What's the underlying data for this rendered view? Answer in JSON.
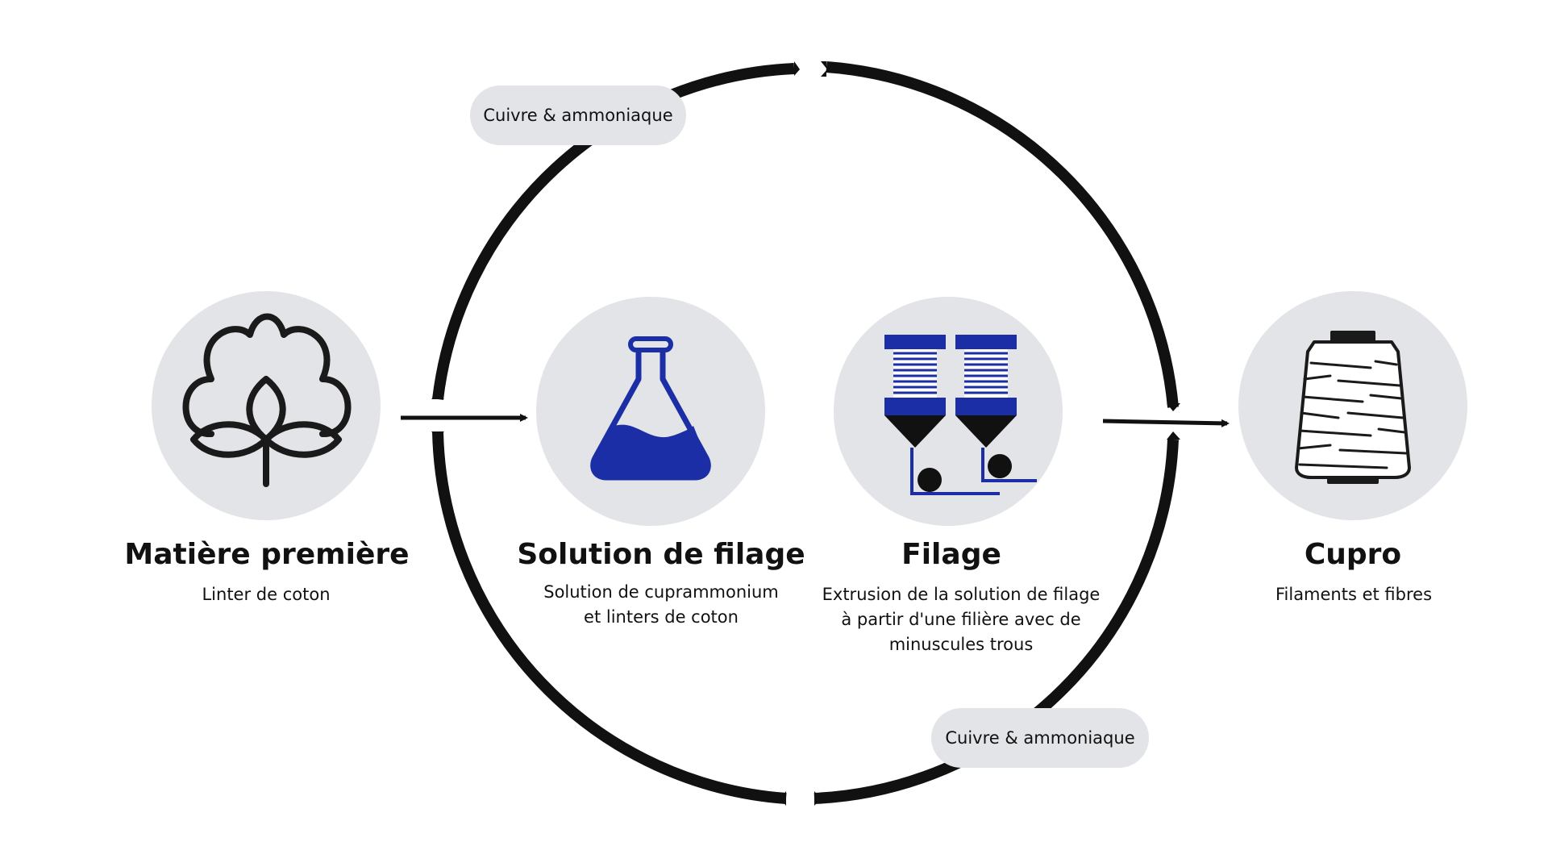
{
  "colors": {
    "accent": "#1c2ea6",
    "ink": "#111111",
    "circle_bg": "#e3e4e7"
  },
  "cycle_labels": {
    "top": "Cuivre & ammoniaque",
    "bottom": "Cuivre & ammoniaque"
  },
  "stages": [
    {
      "title": "Matière première",
      "description": "Linter de coton",
      "icon": "cotton-flower-icon"
    },
    {
      "title": "Solution de filage",
      "description": "Solution de cuprammonium\net linters de coton",
      "icon": "erlenmeyer-flask-icon"
    },
    {
      "title": "Filage",
      "description": "Extrusion de la solution de filage\nà partir d'une filière avec de\nminuscules trous",
      "icon": "spinneret-bobbins-icon"
    },
    {
      "title": "Cupro",
      "description": "Filaments et fibres",
      "icon": "yarn-cone-icon"
    }
  ]
}
